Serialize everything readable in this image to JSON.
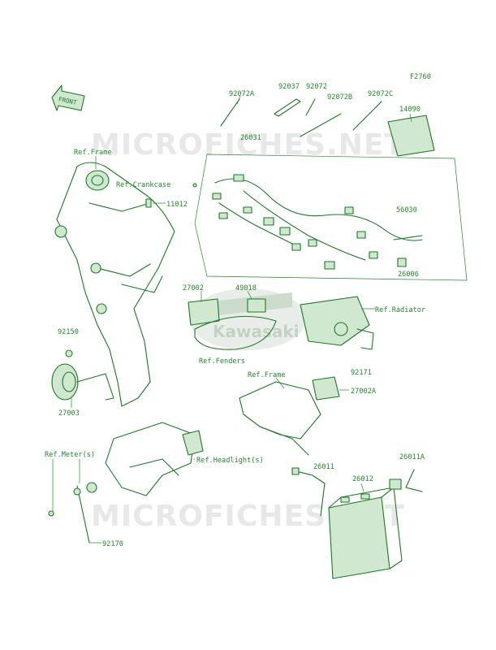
{
  "figure_code": "F2760",
  "front_arrow": "FRONT",
  "watermark": "MICROFICHES.NET",
  "logo_text": "Kawasaki",
  "labels": {
    "ref_frame_top": "Ref.Frame",
    "ref_crankcase": "Ref.Crankcase",
    "p11012": "11012",
    "p92072A": "92072A",
    "p92037": "92037",
    "p92072": "92072",
    "p92072B": "92072B",
    "p92072C": "92072C",
    "p14090": "14090",
    "p26031": "26031",
    "p56030": "56030",
    "p26006": "26006",
    "p27002": "27002",
    "p49018": "49018",
    "ref_radiator": "Ref.Radiator",
    "ref_fenders": "Ref.Fenders",
    "p92150": "92150",
    "p92171": "92171",
    "ref_frame_mid": "Ref.Frame",
    "p27002A": "27002A",
    "p27003": "27003",
    "ref_meter": "Ref.Meter(s)",
    "ref_headlight": "Ref.Headlight(s)",
    "p26011": "26011",
    "p26011A": "26011A",
    "p26012": "26012",
    "p92170": "92170"
  }
}
